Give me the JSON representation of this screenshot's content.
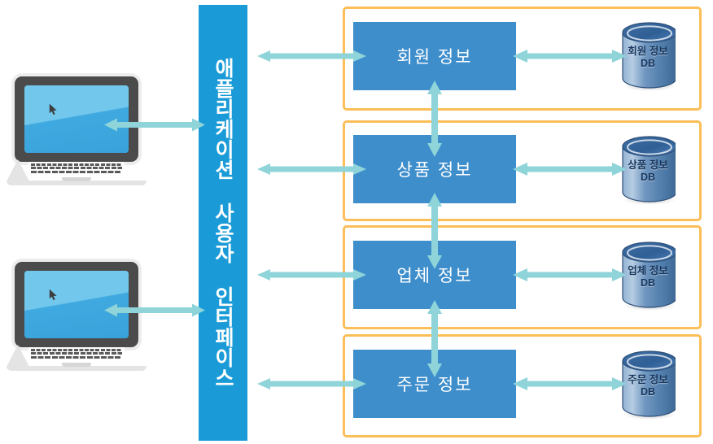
{
  "diagram": {
    "title_vertical": "애플리케이션 사용자 인터페이스",
    "colors": {
      "app_bar_blue": "#1a9bd7",
      "service_box_blue": "#3e8ecc",
      "panel_orange": "#fbbe58",
      "arrow_teal": "#8ed4d9",
      "db_blue": "#4a76a8",
      "db_label_navy": "#17365d",
      "laptop_bezel": "#4b4b4b",
      "laptop_base": "#e4e4e4",
      "laptop_screen": "#3fa9e0"
    },
    "clients": [
      {
        "name": "laptop-client-1",
        "icon": "laptop-icon",
        "cursor": "mouse-cursor-icon"
      },
      {
        "name": "laptop-client-2",
        "icon": "laptop-icon",
        "cursor": "mouse-cursor-icon"
      }
    ],
    "app_interface": {
      "label": "애플리케이션 사용자 인터페이스"
    },
    "rows": [
      {
        "service": "회원 정보",
        "db": "회원 정보\nDB"
      },
      {
        "service": "상품 정보",
        "db": "상품 정보\nDB"
      },
      {
        "service": "업체 정보",
        "db": "업체 정보\nDB"
      },
      {
        "service": "주문 정보",
        "db": "주문 정보\nDB"
      }
    ],
    "connections": {
      "client_to_interface": "bidirectional",
      "interface_to_service": "bidirectional",
      "service_to_db": "bidirectional",
      "service_to_service": "bidirectional"
    }
  }
}
